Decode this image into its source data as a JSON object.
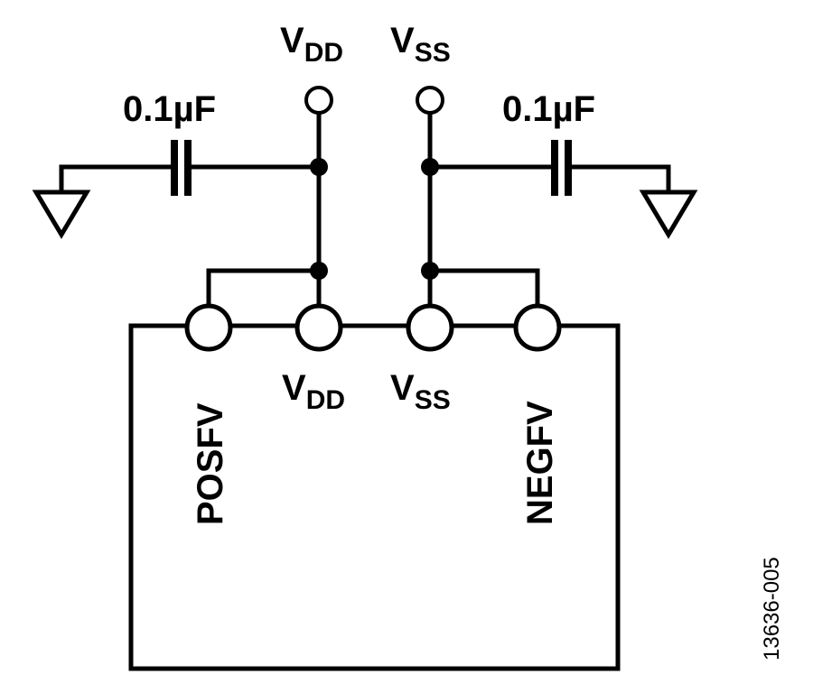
{
  "supply": {
    "vdd_main": "V",
    "vdd_sub": "DD",
    "vss_main": "V",
    "vss_sub": "SS"
  },
  "capacitors": {
    "left_value": "0.1µF",
    "right_value": "0.1µF"
  },
  "device_pins": {
    "posfv": "POSFV",
    "vdd_main": "V",
    "vdd_sub": "DD",
    "vss_main": "V",
    "vss_sub": "SS",
    "negfv": "NEGFV"
  },
  "figure_id": "13636-005"
}
